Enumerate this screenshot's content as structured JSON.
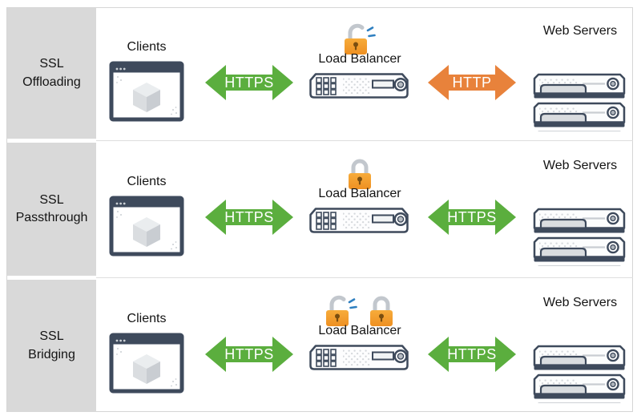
{
  "colors": {
    "arrow_green": "#5BAE3E",
    "arrow_orange": "#E8823B",
    "device_navy": "#3E4A5C",
    "sidebar_gray": "#D9D9D9",
    "lock_orange_top": "#F7AC3B",
    "lock_orange_bottom": "#EE9022",
    "lock_shackle_gray": "#C2C7CD",
    "spark_blue": "#2E7FC0"
  },
  "rows": [
    {
      "sidebar": {
        "line1": "SSL",
        "line2": "Offloading"
      },
      "clients_label": "Clients",
      "load_balancer_label": "Load Balancer",
      "web_servers_label": "Web Servers",
      "client_to_lb": {
        "label": "HTTPS",
        "color": "#5BAE3E"
      },
      "lb_to_servers": {
        "label": "HTTP",
        "color": "#E8823B"
      },
      "lock_icons": [
        "unlocked"
      ]
    },
    {
      "sidebar": {
        "line1": "SSL",
        "line2": "Passthrough"
      },
      "clients_label": "Clients",
      "load_balancer_label": "Load Balancer",
      "web_servers_label": "Web Servers",
      "client_to_lb": {
        "label": "HTTPS",
        "color": "#5BAE3E"
      },
      "lb_to_servers": {
        "label": "HTTPS",
        "color": "#5BAE3E"
      },
      "lock_icons": [
        "locked"
      ]
    },
    {
      "sidebar": {
        "line1": "SSL",
        "line2": "Bridging"
      },
      "clients_label": "Clients",
      "load_balancer_label": "Load Balancer",
      "web_servers_label": "Web Servers",
      "client_to_lb": {
        "label": "HTTPS",
        "color": "#5BAE3E"
      },
      "lb_to_servers": {
        "label": "HTTPS",
        "color": "#5BAE3E"
      },
      "lock_icons": [
        "unlocked",
        "locked"
      ]
    }
  ]
}
